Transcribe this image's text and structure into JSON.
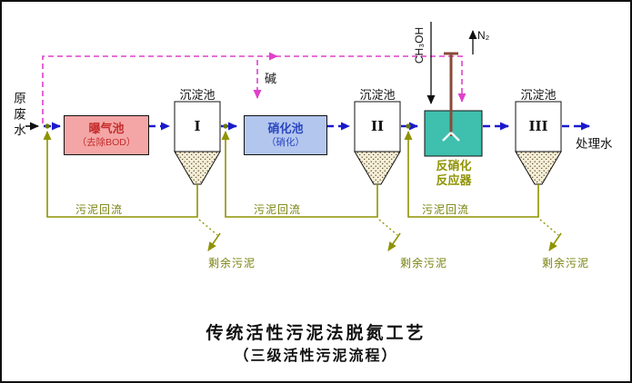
{
  "diagram": {
    "title_line1": "传统活性污泥法脱氮工艺",
    "title_line2": "（三级活性污泥流程）",
    "raw_water": "原废水",
    "treated_water": "处理水",
    "alkali": "碱",
    "methanol": "CH₃OH",
    "nitrogen_gas": "N₂",
    "sludge_return": "污泥回流",
    "excess_sludge": "剩余污泥",
    "aeration": {
      "name": "曝气池",
      "sub": "（去除BOD）"
    },
    "nitrification": {
      "name": "硝化池",
      "sub": "（硝化）"
    },
    "reactor": {
      "line1": "反硝化",
      "line2": "反应器"
    },
    "settlers": [
      {
        "label": "沉淀池",
        "numeral": "I"
      },
      {
        "label": "沉淀池",
        "numeral": "II"
      },
      {
        "label": "沉淀池",
        "numeral": "III"
      }
    ],
    "colors": {
      "main_flow": "#1a1acc",
      "recycle": "#e040cc",
      "sludge": "#8f9300",
      "aeration_fill": "#f4a6a6",
      "aeration_text": "#c42c2c",
      "nitrification_fill": "#b3c6ee",
      "nitrification_text": "#2a46c0",
      "reactor_fill": "#3fbfae"
    }
  }
}
